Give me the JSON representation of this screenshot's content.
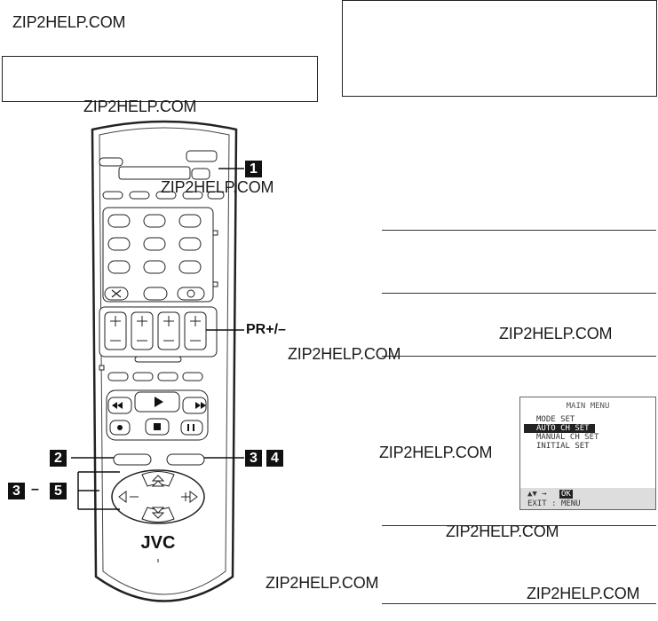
{
  "watermark": "ZIP2HELP.COM",
  "callouts": {
    "c1": "1",
    "c2": "2",
    "c3": "3",
    "c4": "4",
    "c3b": "3",
    "c5": "5",
    "range_dash": "–"
  },
  "labels": {
    "pr_button": "PR+/–"
  },
  "remote": {
    "brand": "JVC"
  },
  "osd": {
    "title": "MAIN MENU",
    "items": [
      "MODE SET",
      "AUTO CH SET",
      "MANUAL CH SET",
      "INITIAL SET"
    ],
    "selected_index": 1,
    "footer_nav": "▲▼ →",
    "footer_ok": "OK",
    "footer_exit": "EXIT : MENU"
  }
}
